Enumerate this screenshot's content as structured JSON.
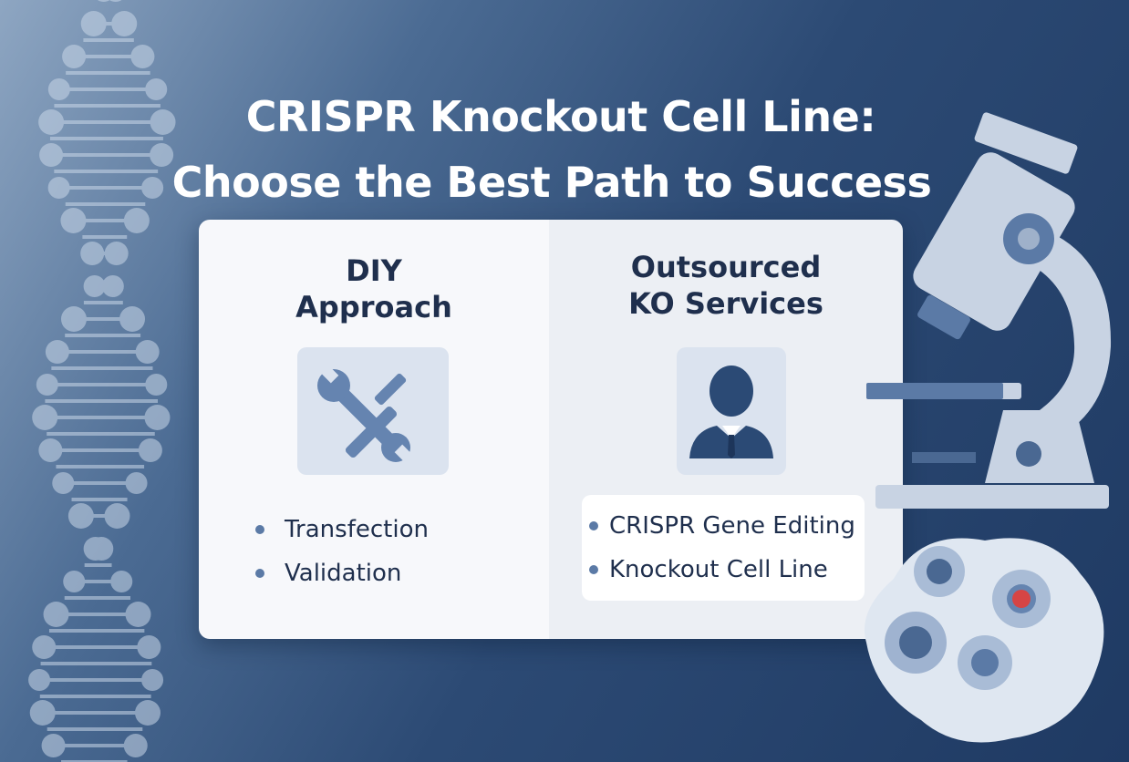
{
  "title": {
    "line1": "CRISPR Knockout Cell Line:",
    "line2": "Choose the Best Path to Success"
  },
  "diy": {
    "heading_line1": "DIY",
    "heading_line2": "Approach",
    "icon": "tools-icon",
    "items": [
      "Transfection",
      "Validation"
    ]
  },
  "outsourced": {
    "heading_line1": "Outsourced",
    "heading_line2": "KO Services",
    "icon": "scientist-person-icon",
    "items": [
      "CRISPR Gene Editing",
      "Knockout Cell Line"
    ]
  },
  "decorations": [
    "dna-helix-icon",
    "microscope-icon",
    "cells-icon"
  ],
  "colors": {
    "background_dark": "#1f3a63",
    "heading_text": "#1f2f4d",
    "icon_fill": "#5b7aa6",
    "cell_nucleus_highlight": "#d64545"
  }
}
